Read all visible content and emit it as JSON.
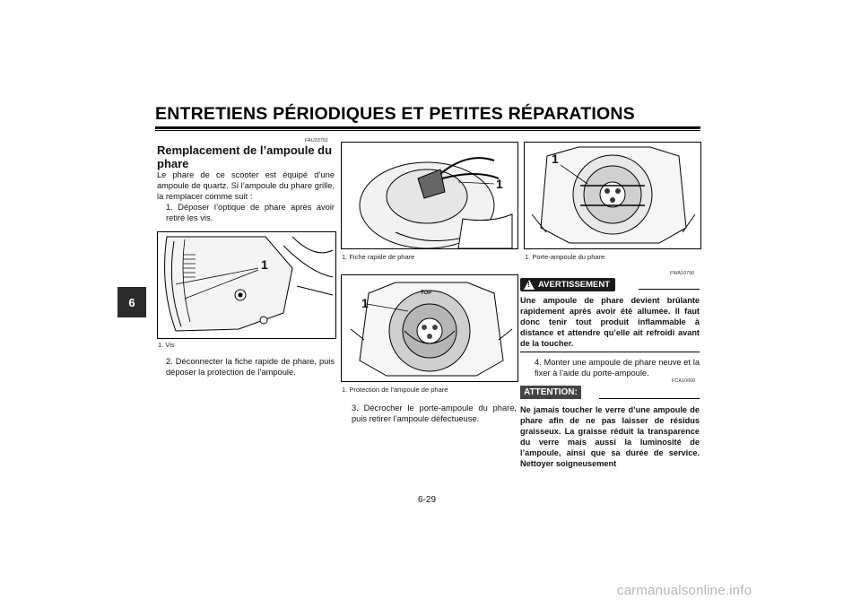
{
  "header": {
    "title": "ENTRETIENS PÉRIODIQUES ET PETITES RÉPARATIONS"
  },
  "chapter_tab": "6",
  "section": {
    "code": "FAU23791",
    "title": "Remplacement de l’ampoule du phare",
    "intro": "Le phare de ce scooter est équipé d’une ampoule de quartz. Si l’ampoule du phare grille, la remplacer comme suit :",
    "steps": [
      {
        "num": "1.",
        "text": "Déposer l’optique de phare après avoir retiré les vis."
      },
      {
        "num": "2.",
        "text": "Déconnecter la fiche rapide de phare, puis déposer la protection de l’ampoule."
      },
      {
        "num": "3.",
        "text": "Décrocher le porte-ampoule du phare, puis retirer l’ampoule défectueuse."
      },
      {
        "num": "4.",
        "text": "Monter une ampoule de phare neuve et la fixer à l’aide du porte-ampoule."
      }
    ]
  },
  "figures": [
    {
      "callout": "1",
      "caption": "1. Vis"
    },
    {
      "callout": "1",
      "caption": "1. Fiche rapide de phare"
    },
    {
      "callout": "1",
      "caption": "1. Protection de l’ampoule de phare",
      "label": "TOP"
    },
    {
      "callout": "1",
      "caption": "1. Porte-ampoule du phare"
    }
  ],
  "warning": {
    "code": "FWA10790",
    "label": "AVERTISSEMENT",
    "text": "Une ampoule de phare devient brûlante rapidement après avoir été allumée. Il faut donc tenir tout produit inflammable à distance et attendre qu’elle ait refroidi avant de la toucher."
  },
  "caution": {
    "code": "FCA10660",
    "label": "ATTENTION:",
    "text": "Ne jamais toucher le verre d’une ampoule de phare afin de ne pas laisser de résidus graisseux. La graisse réduit la transparence du verre mais aussi la luminosité de l’ampoule, ainsi que sa durée de service. Nettoyer soigneusement"
  },
  "page_number": "6-29",
  "watermark": "carmanualsonline.info"
}
